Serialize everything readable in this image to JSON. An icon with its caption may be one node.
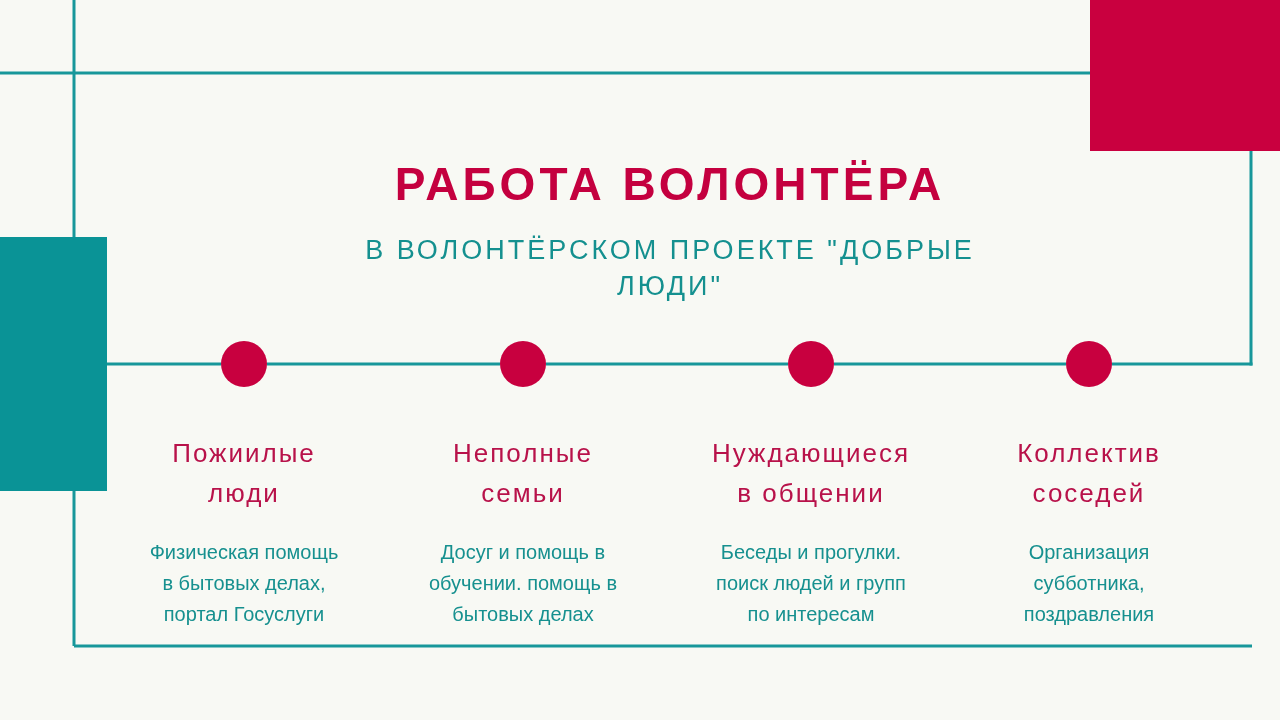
{
  "diagram": {
    "title": "РАБОТА ВОЛОНТЁРА",
    "nodes": [
      {
        "text": [],
        "shape": "box"
      },
      {
        "text": [],
        "shape": "circle",
        "beside": [
          "Пожиилые люди",
          "Физическая помощь в бытовых делах, портал Госуслуги"
        ]
      },
      {
        "text": [],
        "shape": "circle",
        "beside": [
          "Неполные семьи",
          "Досуг и помощь в обучении. помощь в бытовых делах"
        ]
      },
      {
        "text": [],
        "shape": "circle",
        "beside": [
          "Нуждающиеся в общении",
          "Беседы и прогулки. поиск людей и групп по интересам"
        ]
      },
      {
        "text": [],
        "shape": "circle",
        "beside": [
          "Коллектив соседей",
          "Организация субботника, поздравления"
        ]
      }
    ],
    "edges": [
      {
        "from": 0,
        "to": 1,
        "arrow": "none"
      },
      {
        "from": 1,
        "to": 2,
        "arrow": "none"
      },
      {
        "from": 2,
        "to": 3,
        "arrow": "none"
      },
      {
        "from": 3,
        "to": 4,
        "arrow": "none"
      }
    ],
    "labels": [
      "В ВОЛОНТЁРСКОМ ПРОЕКТЕ \"ДОБРЫЕ ЛЮДИ\""
    ]
  }
}
